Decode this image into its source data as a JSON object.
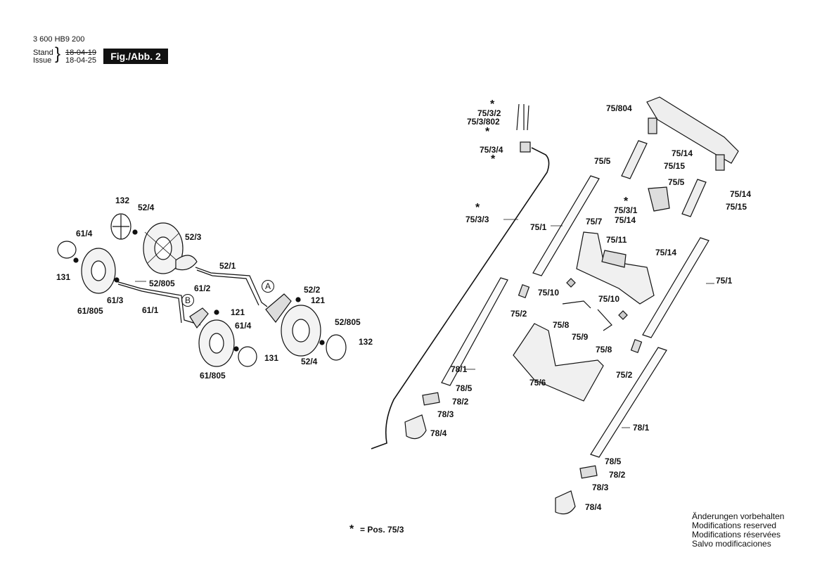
{
  "header": {
    "doc_number": "3 600 HB9 200",
    "stand_label": "Stand",
    "issue_label": "Issue",
    "stand_date": "18-04-19",
    "issue_date": "18-04-25",
    "figure_label": "Fig./Abb. 2"
  },
  "callouts": [
    "A",
    "B"
  ],
  "parts": [
    "132",
    "52/4",
    "61/4",
    "52/3",
    "131",
    "52/805",
    "52/1",
    "61/2",
    "61/3",
    "61/1",
    "61/805",
    "121",
    "52/2",
    "121",
    "52/805",
    "61/4",
    "132",
    "131",
    "52/4",
    "61/805",
    "75/3/2",
    "75/3/802",
    "75/3/4",
    "75/3/3",
    "75/804",
    "75/5",
    "75/14",
    "75/15",
    "75/5",
    "75/14",
    "75/3/1",
    "75/15",
    "75/14",
    "75/1",
    "75/7",
    "75/11",
    "75/14",
    "75/1",
    "75/10",
    "75/10",
    "75/2",
    "75/8",
    "75/9",
    "75/8",
    "75/2",
    "75/6",
    "78/1",
    "78/5",
    "78/2",
    "78/3",
    "78/4",
    "78/1",
    "78/5",
    "78/2",
    "78/3",
    "78/4"
  ],
  "pos_note": {
    "star": "*",
    "text": "= Pos. 75/3"
  },
  "footer_lines": [
    "Änderungen vorbehalten",
    "Modifications reserved",
    "Modifications réservées",
    "Salvo modificaciones"
  ]
}
